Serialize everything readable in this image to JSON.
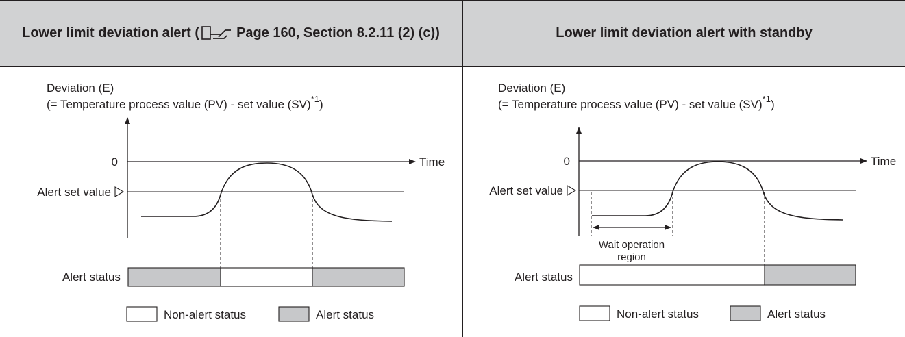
{
  "left_panel": {
    "header_prefix": "Lower limit deviation alert (",
    "header_ref": "Page 160, Section 8.2.11 (2) (c))",
    "ref_icon": "page-reference-icon",
    "y_axis_label_line1": "Deviation (E)",
    "y_axis_label_line2": "(= Temperature process value (PV) - set value (SV)",
    "footnote_mark": "*1",
    "close_paren": ")",
    "zero_label": "0",
    "time_label": "Time",
    "alert_set_value_label": "Alert set value",
    "alert_status_label": "Alert status",
    "legend_non_alert": "Non-alert status",
    "legend_alert": "Alert status"
  },
  "right_panel": {
    "header": "Lower limit deviation alert with standby",
    "y_axis_label_line1": "Deviation (E)",
    "y_axis_label_line2": "(= Temperature process value (PV) - set value (SV)",
    "footnote_mark": "*1",
    "close_paren": ")",
    "zero_label": "0",
    "time_label": "Time",
    "alert_set_value_label": "Alert set value",
    "wait_region_line1": "Wait operation",
    "wait_region_line2": "region",
    "alert_status_label": "Alert status",
    "legend_non_alert": "Non-alert status",
    "legend_alert": "Alert status"
  },
  "colors": {
    "header_bg": "#d1d2d3",
    "alert_fill": "#c7c8ca",
    "line": "#231f20"
  }
}
